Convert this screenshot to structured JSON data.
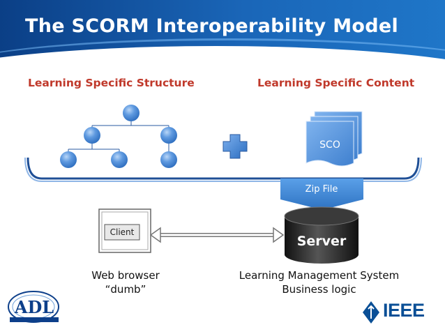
{
  "title": "The SCORM Interoperability Model",
  "headings": {
    "structure": "Learning Specific Structure",
    "content": "Learning Specific Content"
  },
  "nodes": {
    "sco": "SCO",
    "zip": "Zip File",
    "client": "Client",
    "server": "Server"
  },
  "captions": {
    "client_line1": "Web browser",
    "client_line2": "“dumb”",
    "server_line1": "Learning Management System",
    "server_line2": "Business logic"
  },
  "logos": {
    "left": "ADL",
    "right": "IEEE"
  },
  "colors": {
    "accent_red": "#c0392b",
    "header_blue": "#1a66b8",
    "node_blue": "#4a88d6",
    "brand_ieee": "#0a4f96"
  }
}
